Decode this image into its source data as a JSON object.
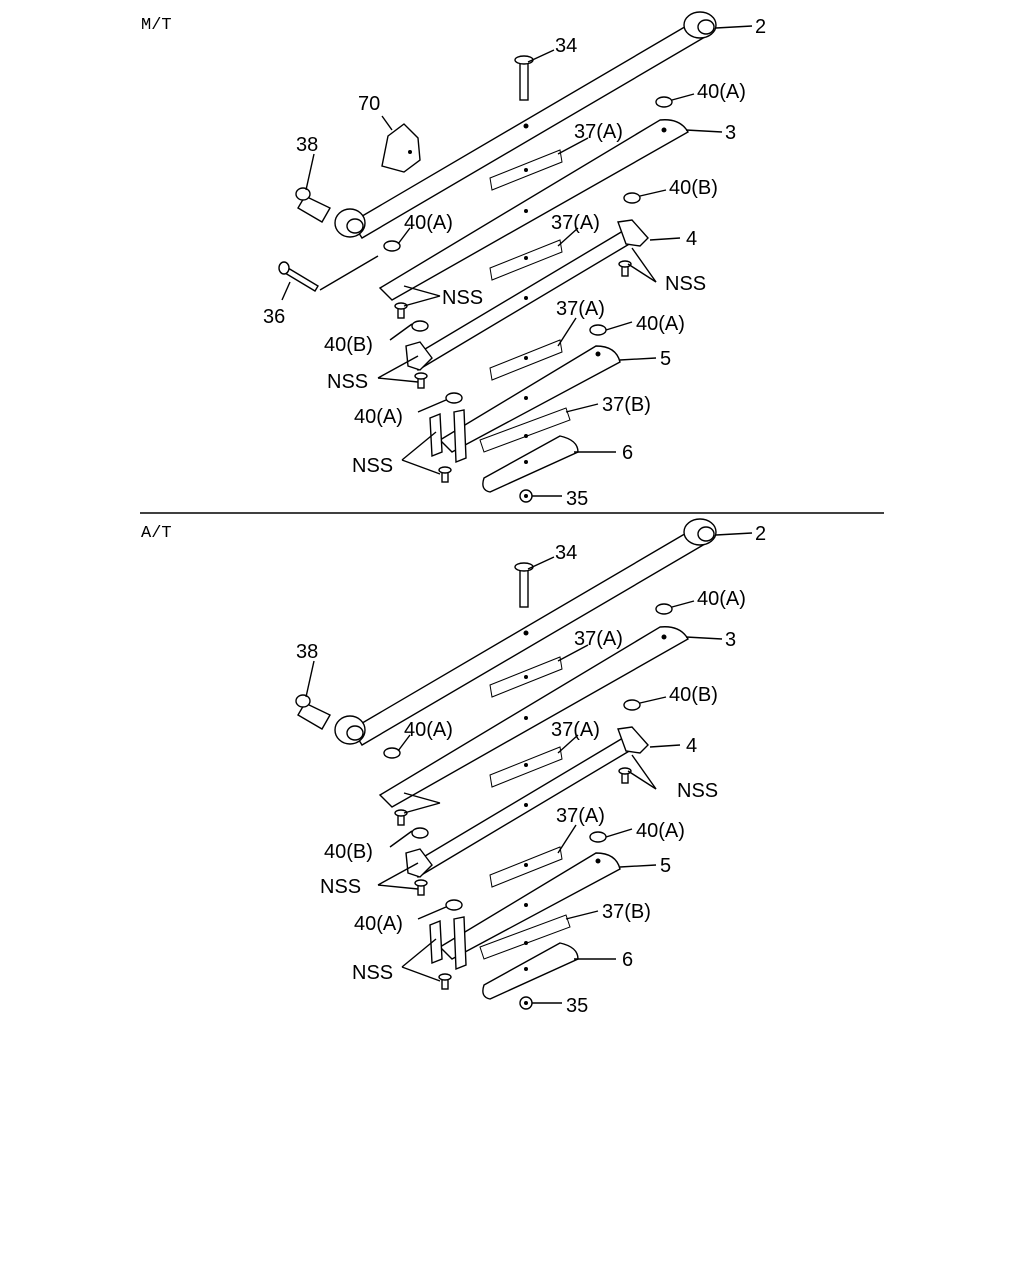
{
  "sections": [
    {
      "id": "mt",
      "title": "M/T",
      "callouts": {
        "c2": "2",
        "c34": "34",
        "c70": "70",
        "c40a_top": "40(A)",
        "c37a_1": "37(A)",
        "c3": "3",
        "c38": "38",
        "c40b_1": "40(B)",
        "c40a_mid": "40(A)",
        "c37a_2": "37(A)",
        "c4": "4",
        "cnss_1": "NSS",
        "c36": "36",
        "cnss_2": "NSS",
        "c37a_3": "37(A)",
        "c40a_3": "40(A)",
        "c40b_2": "40(B)",
        "c5": "5",
        "cnss_3": "NSS",
        "c37b": "37(B)",
        "c40a_4": "40(A)",
        "c6": "6",
        "cnss_4": "NSS",
        "c35": "35"
      }
    },
    {
      "id": "at",
      "title": "A/T",
      "callouts": {
        "c2": "2",
        "c34": "34",
        "c40a_top": "40(A)",
        "c37a_1": "37(A)",
        "c3": "3",
        "c38": "38",
        "c40b_1": "40(B)",
        "c40a_mid": "40(A)",
        "c37a_2": "37(A)",
        "c4": "4",
        "cnss_1": "NSS",
        "c37a_3": "37(A)",
        "c40a_3": "40(A)",
        "c40b_2": "40(B)",
        "c5": "5",
        "cnss_3": "NSS",
        "c37b": "37(B)",
        "c40a_4": "40(A)",
        "c6": "6",
        "cnss_4": "NSS",
        "c35": "35"
      }
    }
  ]
}
